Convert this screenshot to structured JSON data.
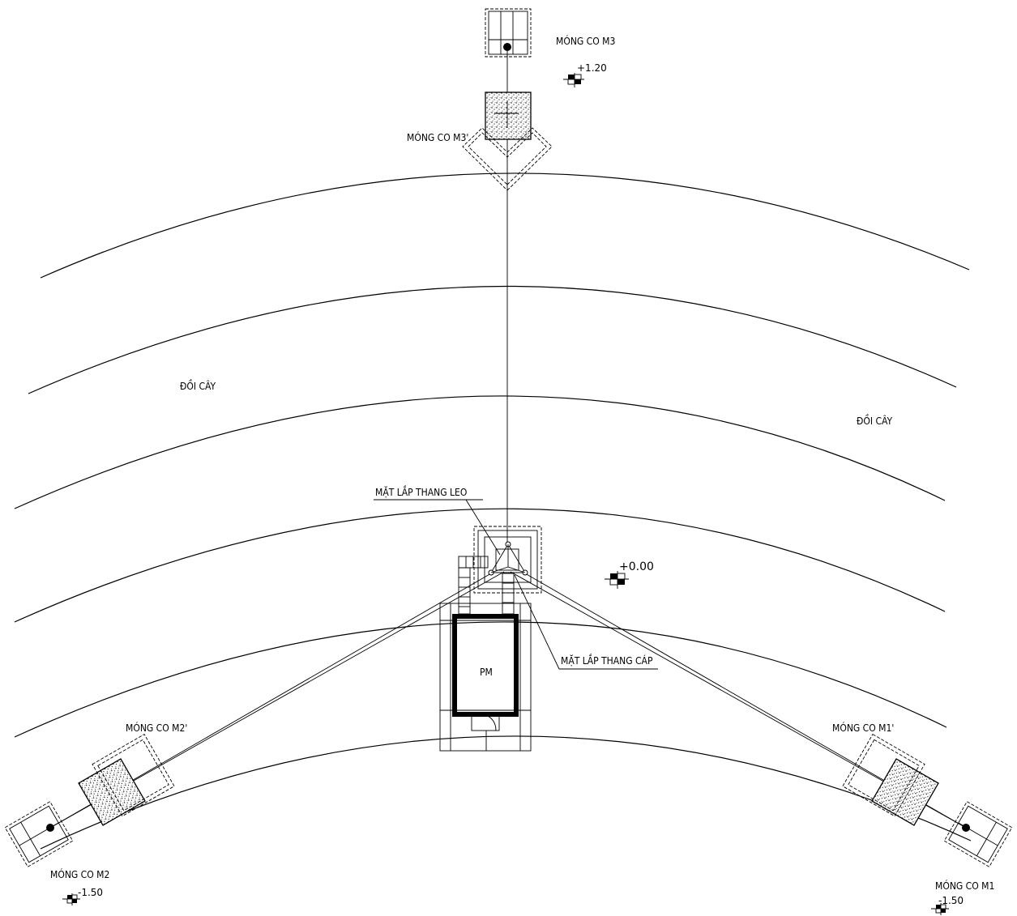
{
  "labels": {
    "m3": "MÓNG CO M3",
    "m3p": "MÓNG CO M3'",
    "m2": "MÓNG CO M2",
    "m2p": "MÓNG CO M2'",
    "m1": "MÓNG CO M1",
    "m1p": "MÓNG CO M1'",
    "hill_left": "ĐỒI CÂY",
    "hill_right": "ĐỒI CÂY",
    "ladder": "MẶT LẮP THANG LEO",
    "cable": "MẶT LẮP THANG CÁP",
    "room": "PM"
  },
  "elevations": {
    "m3": "+1.20",
    "center": "+0.00",
    "m2": "-1.50",
    "m1": "-1.50"
  }
}
